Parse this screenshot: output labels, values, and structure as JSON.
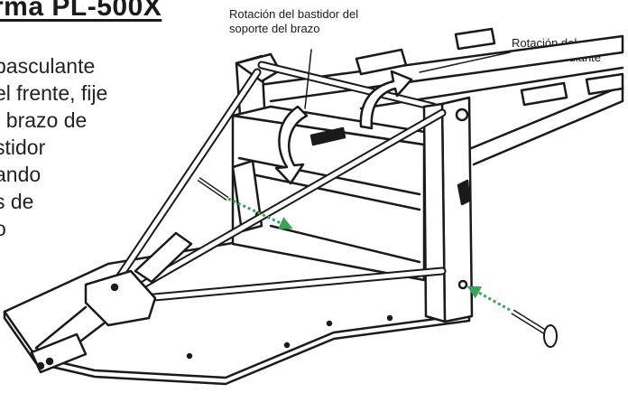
{
  "heading": {
    "title": "rma PL-500X"
  },
  "instructions": {
    "lines": [
      "basculante",
      "el frente, fije",
      "  brazo de",
      "stidor",
      "ando",
      "s de",
      "o"
    ]
  },
  "callouts": {
    "frame_rotation": [
      "Rotación del bastidor del",
      "soporte del brazo"
    ],
    "arm_rotation": [
      "Rotación del",
      "brazo basculante"
    ]
  },
  "colors": {
    "line": "#1a1a1a",
    "pin_arrow": "#3aa35a"
  }
}
